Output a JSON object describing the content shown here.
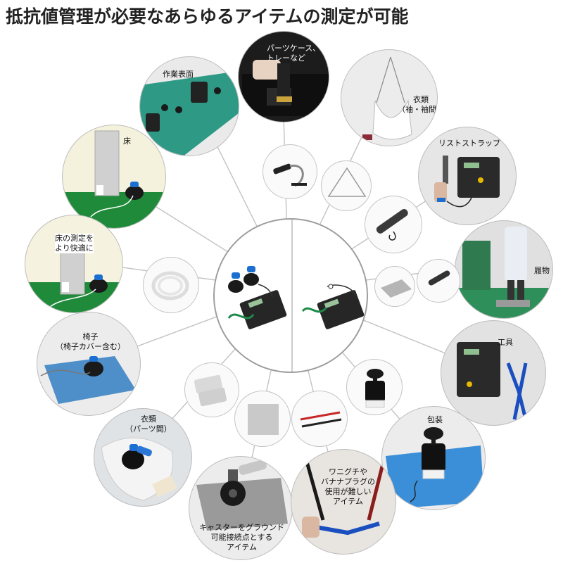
{
  "title": "抵抗値管理が必要なあらゆるアイテムの測定が可能",
  "items": {
    "parts_case": [
      "パーツケース、",
      "トレーなど"
    ],
    "work_surface": [
      "作業表面"
    ],
    "clothing_sleeves": [
      "衣類",
      "（袖・袖間）"
    ],
    "floor": [
      "床"
    ],
    "wrist_strap": [
      "リストストラップ"
    ],
    "floor_comfort": [
      "床の測定を",
      "より快適に"
    ],
    "footwear": [
      "履物"
    ],
    "chair": [
      "椅子",
      "（椅子カバー含む）"
    ],
    "tools": [
      "工具"
    ],
    "clothing_parts": [
      "衣類",
      "（パーツ間）"
    ],
    "packaging": [
      "包装"
    ],
    "caster": [
      "キャスターをグラウンド",
      "可能接続点とする",
      "アイテム"
    ],
    "alligator": [
      "ワニグチや",
      "バナナプラグの",
      "使用が難しい",
      "アイテム"
    ]
  },
  "colors": {
    "green_floor": "#1f8a3a",
    "teal_surface": "#2e9a86",
    "blue_mat": "#3a8fd8",
    "meter_dark": "#2a2a2a",
    "spoke": "#bdbdbd"
  }
}
